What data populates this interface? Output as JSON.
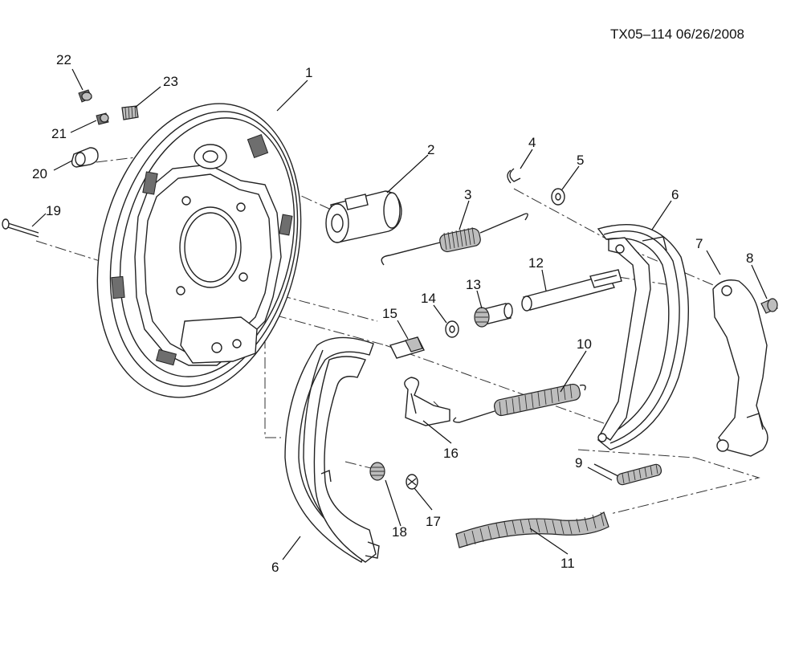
{
  "figure_ref": "TX05–114  06/26/2008",
  "callouts": [
    {
      "n": "1"
    },
    {
      "n": "2"
    },
    {
      "n": "3"
    },
    {
      "n": "4"
    },
    {
      "n": "5"
    },
    {
      "n": "6"
    },
    {
      "n": "7"
    },
    {
      "n": "8"
    },
    {
      "n": "9"
    },
    {
      "n": "10"
    },
    {
      "n": "11"
    },
    {
      "n": "12"
    },
    {
      "n": "13"
    },
    {
      "n": "14"
    },
    {
      "n": "15"
    },
    {
      "n": "16"
    },
    {
      "n": "17"
    },
    {
      "n": "18"
    },
    {
      "n": "19"
    },
    {
      "n": "20"
    },
    {
      "n": "21"
    },
    {
      "n": "22"
    },
    {
      "n": "23"
    },
    {
      "n": "6"
    }
  ]
}
